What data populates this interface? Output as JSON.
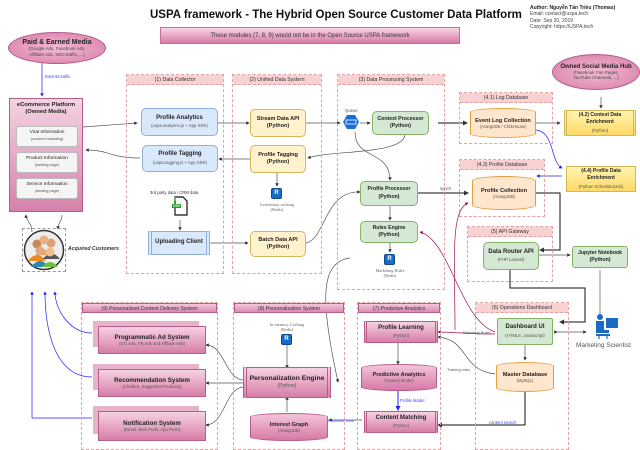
{
  "header": {
    "title": "USPA framework - The Hybrid Open Source Customer Data Platform",
    "note": "These modules (7, 8, 9) would not be in the Open Source USPA framework",
    "author_line": "Author: Nguyễn Tấn Triều (Thomas)",
    "email_line": "Email: contact@uspa.tech",
    "date_line": "Date: Sep 20, 2019",
    "copyright_line": "Copyright: https://USPA.tech"
  },
  "clouds": {
    "paid": {
      "title": "Paid & Earned Media",
      "subtitle": "(Google Ads, Facebook Ads, Affiliate Ads, SEO traffic, ...)"
    },
    "owned": {
      "title": "Owned Social Media Hub",
      "subtitle": "(Facebook Fan Pages, YouTube Channels, ...)"
    }
  },
  "ecommerce": {
    "title": "eCommerce Platform (Owned Media)",
    "items": [
      {
        "title": "Viral Information",
        "subtitle": "(content marketing)"
      },
      {
        "title": "Product Information",
        "subtitle": "(landing page)"
      },
      {
        "title": "Service Information",
        "subtitle": "(landing page)"
      }
    ]
  },
  "customers": {
    "label": "Acquired Customers"
  },
  "edge_labels": {
    "internet_traffic": "Internet traffic",
    "synch": "synch",
    "marketing_rules": "Marketing Rules",
    "training_rules": "Training rules",
    "profile_model": "Profile Model",
    "predictive_data": "Predictive Data",
    "content_search": "content search",
    "queue": "Queue"
  },
  "groups": {
    "g1": "(1) Data Collector",
    "g2": "(2) Unified Data System",
    "g3": "(3) Data Processing System",
    "g41": "(4.1) Log Database",
    "g43": "(4.3) Profile Database",
    "g5": "(5) API Gateway",
    "g6": "(6) Operations Dashboard",
    "g7": "(7) Predictive Analytics",
    "g8": "(8) Personalization System",
    "g9": "(9) Personalized Content Delivery System"
  },
  "nodes": {
    "profile_analytics": {
      "title": "Profile Analytics",
      "subtitle": "(uspa.analytics.js + App SDK)"
    },
    "profile_tagging_collector": {
      "title": "Profile Tagging",
      "subtitle": "(uspa.tagging.js + App SDK)"
    },
    "third_party": {
      "label": "3rd party data / CRM data",
      "badge": "CSV"
    },
    "uploading_client": {
      "title": "Uploading Client"
    },
    "stream_api": {
      "title": "Stream Data API",
      "subtitle": "(Python)"
    },
    "profile_tagging_unified": {
      "title": "Profile Tagging",
      "subtitle": "(Python)"
    },
    "redis_cache_unified": {
      "label": "In-memory caching",
      "sub": "(Redis)",
      "glyph": "R"
    },
    "batch_api": {
      "title": "Batch Data API",
      "subtitle": "(Python)"
    },
    "context_processor": {
      "title": "Context Processor",
      "subtitle": "(Python)"
    },
    "profile_processor": {
      "title": "Profile Processor",
      "subtitle": "(Python)"
    },
    "rules_engine": {
      "title": "Rules Engine",
      "subtitle": "(Python)"
    },
    "marketing_rules_redis": {
      "label": "Marketing Rules",
      "sub": "(Redis)",
      "glyph": "R"
    },
    "event_log": {
      "title": "Event Log Collection",
      "subtitle": "(ArangoDB / ClickHouse)"
    },
    "context_enrichment": {
      "title": "(4.2) Context Data Enrichment",
      "subtitle": "(Python)"
    },
    "profile_enrichment": {
      "title": "(4.4) Profile Data Enrichment",
      "subtitle": "(Python ScheduledJob)"
    },
    "profile_collection": {
      "title": "Profile Collection",
      "subtitle": "(ArangoDB)"
    },
    "data_router": {
      "title": "Data Router API",
      "subtitle": "(PHP Laravel)"
    },
    "jupyter": {
      "title": "Jupyter Notebook",
      "subtitle": "(Python)"
    },
    "dashboard_ui": {
      "title": "Dashboard UI",
      "subtitle": "(HTML5, JavaScript)"
    },
    "master_db": {
      "title": "Master Database",
      "subtitle": "(MySQL)"
    },
    "marketing_scientist": {
      "label": "Marketing Scientist"
    },
    "profile_learning": {
      "title": "Profile Learning",
      "subtitle": "(Python)"
    },
    "predictive_model": {
      "title": "Predictive Analytics",
      "subtitle": "(Trained Model)"
    },
    "content_matching": {
      "title": "Content Matching",
      "subtitle": "(Python)"
    },
    "redis_cache_personal": {
      "label": "In memory Caching",
      "sub": "(Redis)",
      "glyph": "R"
    },
    "personalization_engine": {
      "title": "Personalization Engine",
      "subtitle": "(Python)"
    },
    "interest_graph": {
      "title": "Interest Graph",
      "subtitle": "(ArangoDB)"
    },
    "programmatic_ad": {
      "title": "Programmatic Ad System",
      "subtitle": "(GG Ads, FB Ads and Affiliate Ads)"
    },
    "recommendation": {
      "title": "Recommendation System",
      "subtitle": "(Chatbot, Suggested Products)"
    },
    "notification": {
      "title": "Notification System",
      "subtitle": "(Email, Web Push, App Push)"
    }
  }
}
